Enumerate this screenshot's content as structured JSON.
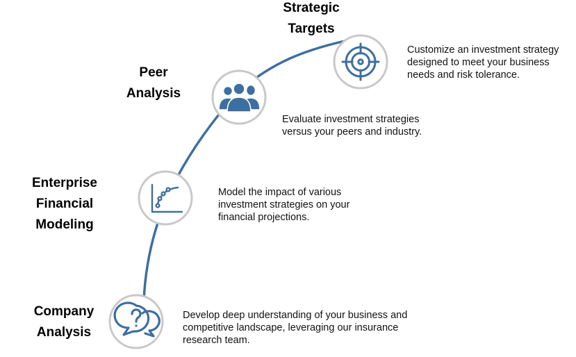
{
  "colors": {
    "accent": "#3d6fa1",
    "circle_fill": "#ffffff",
    "circle_stroke": "#c8c8c8"
  },
  "steps": [
    {
      "id": "company-analysis",
      "icon": "question-chat-icon",
      "title_lines": [
        "Company",
        "Analysis"
      ],
      "description_lines": [
        "Develop deep understanding of your business and",
        "competitive landscape, leveraging our insurance",
        "research team."
      ]
    },
    {
      "id": "enterprise-financial-modeling",
      "icon": "line-chart-icon",
      "title_lines": [
        "Enterprise",
        "Financial",
        "Modeling"
      ],
      "description_lines": [
        "Model the impact of various",
        "investment strategies on your",
        "financial projections."
      ]
    },
    {
      "id": "peer-analysis",
      "icon": "people-group-icon",
      "title_lines": [
        "Peer",
        "Analysis"
      ],
      "description_lines": [
        "Evaluate investment strategies",
        "versus your peers and industry."
      ]
    },
    {
      "id": "strategic-targets",
      "icon": "target-icon",
      "title_lines": [
        "Strategic",
        "Targets"
      ],
      "description_lines": [
        "Customize an investment strategy",
        "designed to meet your business",
        "needs and risk tolerance."
      ]
    }
  ]
}
